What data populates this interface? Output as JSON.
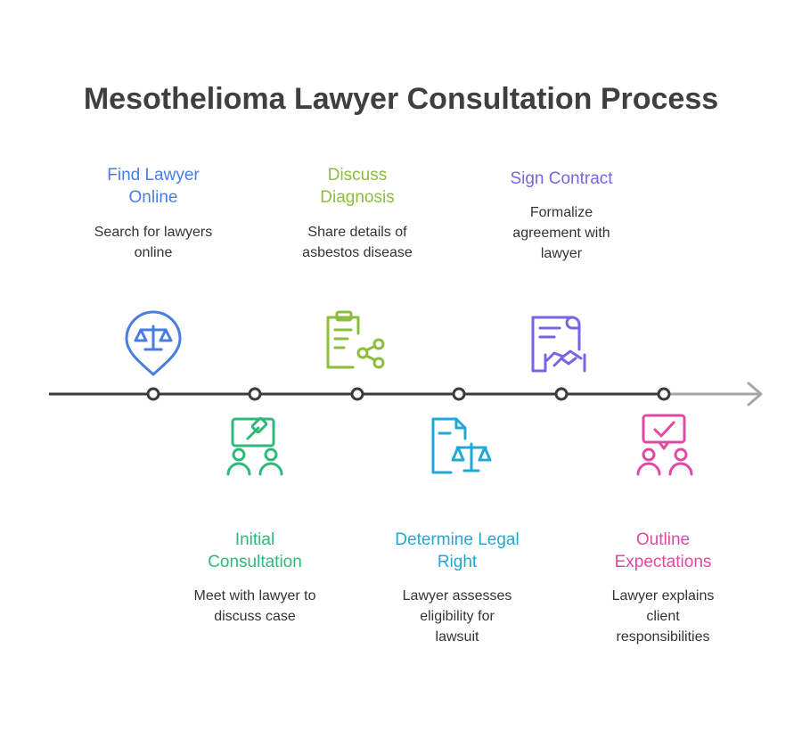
{
  "title": "Mesothelioma Lawyer Consultation Process",
  "steps": [
    {
      "title_line1": "Find Lawyer",
      "title_line2": "Online",
      "desc_line1": "Search for lawyers",
      "desc_line2": "online",
      "desc_line3": "",
      "color": "#4a7de0",
      "icon": "scales-location-pin-icon"
    },
    {
      "title_line1": "Initial",
      "title_line2": "Consultation",
      "desc_line1": "Meet with lawyer to",
      "desc_line2": "discuss case",
      "desc_line3": "",
      "color": "#2fb87a",
      "icon": "people-gavel-icon"
    },
    {
      "title_line1": "Discuss",
      "title_line2": "Diagnosis",
      "desc_line1": "Share details of",
      "desc_line2": "asbestos disease",
      "desc_line3": "",
      "color": "#8cbd3c",
      "icon": "clipboard-share-icon"
    },
    {
      "title_line1": "Determine Legal",
      "title_line2": "Right",
      "desc_line1": "Lawyer assesses",
      "desc_line2": "eligibility for",
      "desc_line3": "lawsuit",
      "color": "#21a8d6",
      "icon": "document-scales-icon"
    },
    {
      "title_line1": "Sign Contract",
      "title_line2": "",
      "desc_line1": "Formalize",
      "desc_line2": "agreement with",
      "desc_line3": "lawyer",
      "color": "#7a63e6",
      "icon": "contract-handshake-icon"
    },
    {
      "title_line1": "Outline",
      "title_line2": "Expectations",
      "desc_line1": "Lawyer explains",
      "desc_line2": "client",
      "desc_line3": "responsibilities",
      "color": "#e04aa0",
      "icon": "people-checkmark-icon"
    }
  ]
}
